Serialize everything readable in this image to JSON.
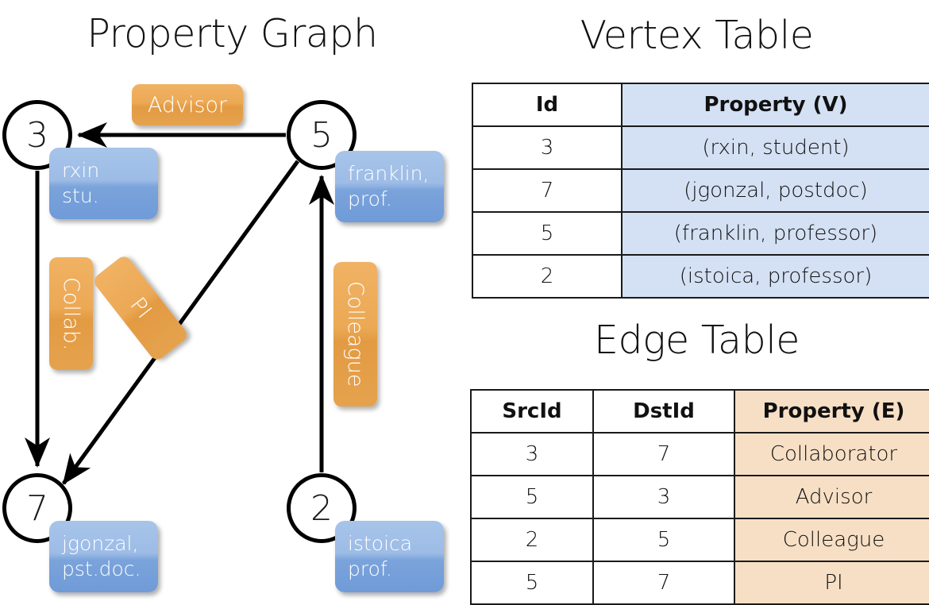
{
  "graph": {
    "title": "Property Graph",
    "nodes": [
      {
        "id": "3",
        "property": "rxin\nstu."
      },
      {
        "id": "5",
        "property": "franklin,\nprof."
      },
      {
        "id": "7",
        "property": "jgonzal,\npst.doc."
      },
      {
        "id": "2",
        "property": "istoica\nprof."
      }
    ],
    "node_labels": {
      "n3": "3",
      "n5": "5",
      "n7": "7",
      "n2": "2"
    },
    "node_properties": {
      "n3_line1": "rxin",
      "n3_line2": "stu.",
      "n5_line1": "franklin,",
      "n5_line2": "prof.",
      "n7_line1": "jgonzal,",
      "n7_line2": "pst.doc.",
      "n2_line1": "istoica",
      "n2_line2": "prof."
    },
    "edge_labels": {
      "advisor": "Advisor",
      "collab": "Collab.",
      "pi": "PI",
      "colleague": "Colleague"
    },
    "edges": [
      {
        "from": "5",
        "to": "3",
        "label": "Advisor"
      },
      {
        "from": "3",
        "to": "7",
        "label": "Collab."
      },
      {
        "from": "5",
        "to": "7",
        "label": "PI"
      },
      {
        "from": "2",
        "to": "5",
        "label": "Colleague"
      }
    ]
  },
  "vertex_table": {
    "title": "Vertex Table",
    "headers": [
      "Id",
      "Property (V)"
    ],
    "rows": [
      {
        "id": "3",
        "property": "(rxin, student)"
      },
      {
        "id": "7",
        "property": "(jgonzal, postdoc)"
      },
      {
        "id": "5",
        "property": "(franklin, professor)"
      },
      {
        "id": "2",
        "property": "(istoica, professor)"
      }
    ]
  },
  "edge_table": {
    "title": "Edge Table",
    "headers": [
      "SrcId",
      "DstId",
      "Property (E)"
    ],
    "rows": [
      {
        "src": "3",
        "dst": "7",
        "property": "Collaborator"
      },
      {
        "src": "5",
        "dst": "3",
        "property": "Advisor"
      },
      {
        "src": "2",
        "dst": "5",
        "property": "Colleague"
      },
      {
        "src": "5",
        "dst": "7",
        "property": "PI"
      }
    ]
  },
  "colors": {
    "vertex_property_fill": "#d4e0f3",
    "edge_property_fill": "#f7dfc5",
    "node_property_box": "#8fb0e2",
    "edge_label_box": "#eca955",
    "stroke": "#000000"
  }
}
